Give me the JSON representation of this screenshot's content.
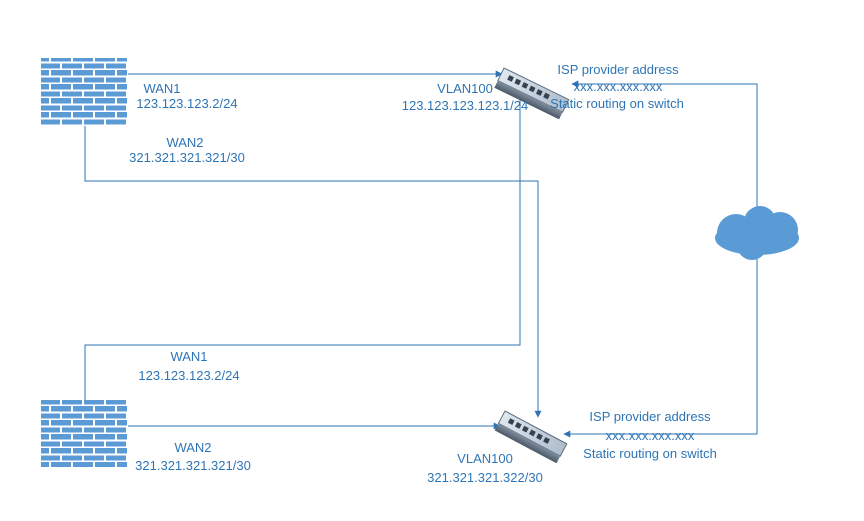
{
  "colors": {
    "line": "#2e75b6",
    "text": "#2e75b6",
    "icon_fill": "#5b9bd5",
    "brick_mortar": "#ffffff"
  },
  "icons": [
    "firewall-icon",
    "switch-icon",
    "cloud-icon"
  ],
  "top": {
    "firewall": {
      "wan1_name": "WAN1",
      "wan1_ip": "123.123.123.2/24",
      "wan2_name": "WAN2",
      "wan2_ip": "321.321.321.321/30"
    },
    "switch": {
      "vlan_name": "VLAN100",
      "vlan_ip": "123.123.123.123.1/24",
      "isp_label": "ISP provider address",
      "isp_ip": "xxx.xxx.xxx.xxx",
      "routing_note": "Static routing on switch"
    }
  },
  "bottom": {
    "firewall": {
      "wan1_name": "WAN1",
      "wan1_ip": "123.123.123.2/24",
      "wan2_name": "WAN2",
      "wan2_ip": "321.321.321.321/30"
    },
    "switch": {
      "vlan_name": "VLAN100",
      "vlan_ip": "321.321.321.322/30",
      "isp_label": "ISP provider address",
      "isp_ip": "xxx.xxx.xxx.xxx",
      "routing_note": "Static routing on switch"
    }
  }
}
